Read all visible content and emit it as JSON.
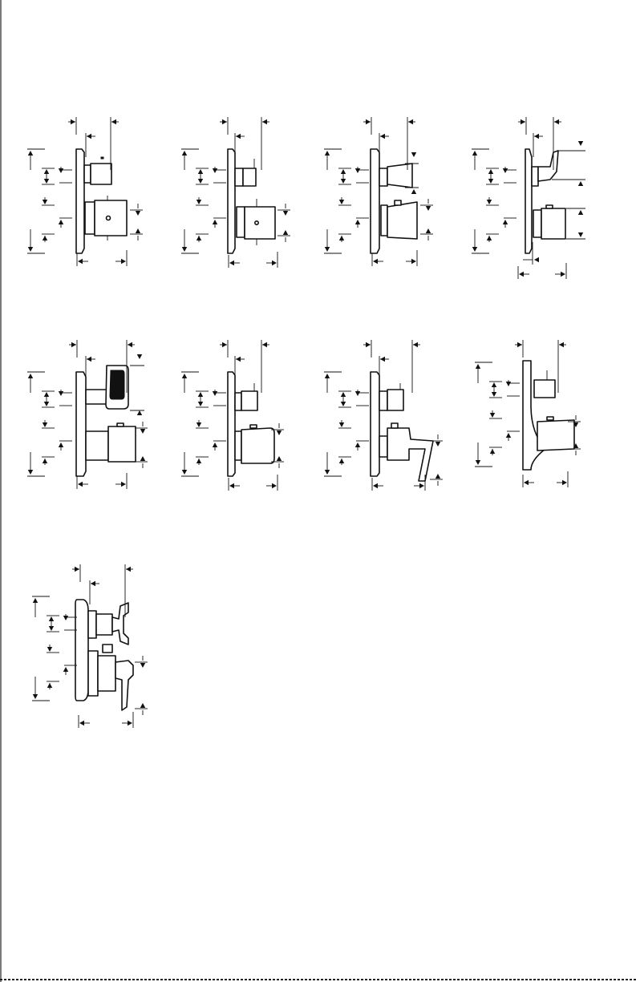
{
  "document": {
    "kind": "dimension-drawing-sheet",
    "text_labels": []
  },
  "views": [
    {
      "id": "view-1",
      "handle_style": "square-knob-with-lever-stop",
      "diverter": "square-knob"
    },
    {
      "id": "view-2",
      "handle_style": "square-body-with-pin",
      "diverter": "small-square-knob"
    },
    {
      "id": "view-3",
      "handle_style": "tapered-block",
      "diverter": "tapered-knob"
    },
    {
      "id": "view-4",
      "handle_style": "curved-lever",
      "diverter": "square-block"
    },
    {
      "id": "view-5",
      "handle_style": "loop-handle",
      "diverter": "loop-knob"
    },
    {
      "id": "view-6",
      "handle_style": "rounded-block",
      "diverter": "small-square-knob"
    },
    {
      "id": "view-7",
      "handle_style": "lever",
      "diverter": "square-knob"
    },
    {
      "id": "view-8",
      "handle_style": "curved-escutcheon-block",
      "diverter": "square-knob"
    },
    {
      "id": "view-9",
      "handle_style": "traditional-lever",
      "diverter": "traditional-cross-handle"
    }
  ],
  "colors": {
    "line": "#111111",
    "background": "#ffffff",
    "border": "#222222"
  }
}
